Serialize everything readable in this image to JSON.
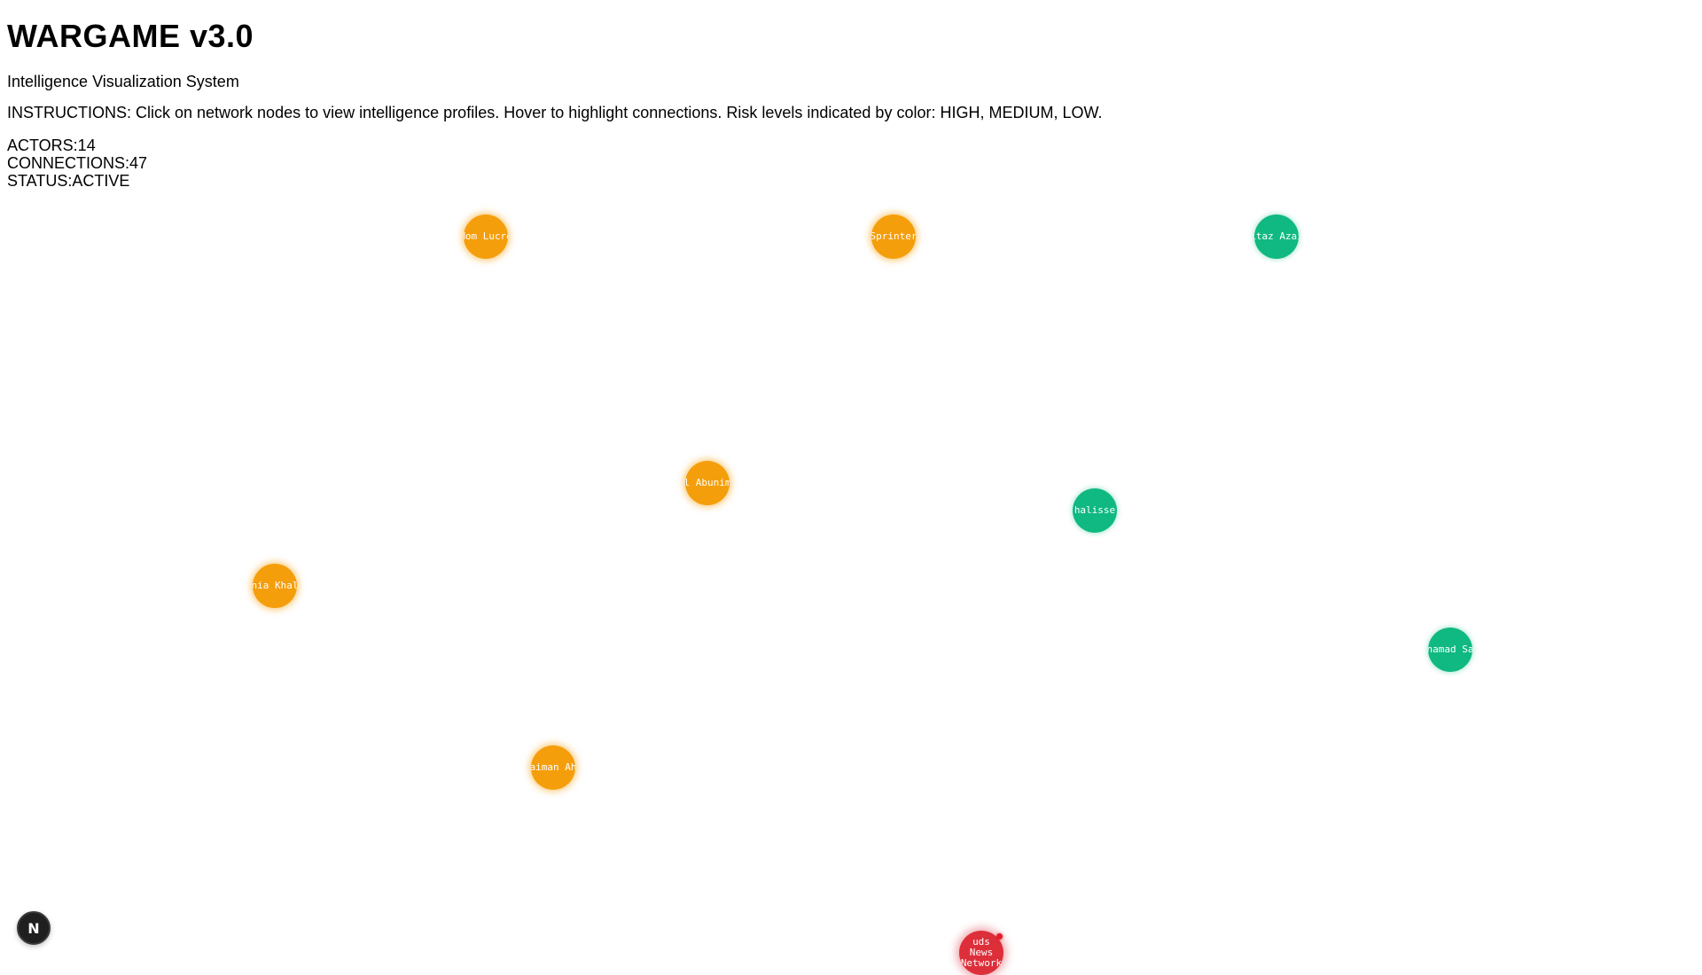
{
  "header": {
    "title": "WARGAME v3.0",
    "subtitle": "Intelligence Visualization System",
    "instructions": "INSTRUCTIONS: Click on network nodes to view intelligence profiles. Hover to highlight connections. Risk levels indicated by color: HIGH, MEDIUM, LOW."
  },
  "stats": {
    "actors": "ACTORS:14",
    "connections": "CONNECTIONS:47",
    "status": "STATUS:ACTIVE"
  },
  "colors": {
    "high": "#dc2f3a",
    "medium": "#f59e0b",
    "low": "#10b981"
  },
  "nodes": [
    {
      "label": "Mom Lucre",
      "risk": "MEDIUM"
    },
    {
      "label": "Sprinter",
      "risk": "MEDIUM"
    },
    {
      "label": "Ltaz Azai",
      "risk": "LOW"
    },
    {
      "label": "l Abunim",
      "risk": "MEDIUM"
    },
    {
      "label": "halisse",
      "risk": "LOW"
    },
    {
      "label": "nia Khal",
      "risk": "MEDIUM"
    },
    {
      "label": "hamad Sa",
      "risk": "LOW"
    },
    {
      "label": "aiman Ah",
      "risk": "MEDIUM"
    },
    {
      "label": "uds News Network",
      "risk": "HIGH"
    }
  ],
  "dev_button": {
    "label": "N"
  }
}
